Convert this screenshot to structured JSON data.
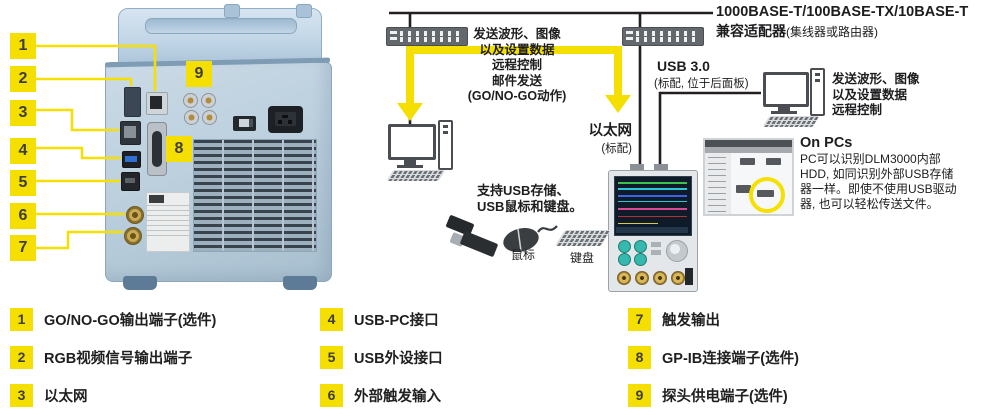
{
  "colors": {
    "accent_yellow": "#F5DF00",
    "line_dark": "#231F20",
    "device_body_blue": "#BCD0DE"
  },
  "icons": {
    "hub": "hub-icon",
    "computer": "computer-icon",
    "usb_stick": "usb-stick-icon",
    "mouse": "mouse-icon",
    "keyboard": "keyboard-icon",
    "explorer_screenshot": "file-explorer-screenshot",
    "highlight_circle": "highlight-circle-icon"
  },
  "callouts": {
    "left_numbers": [
      "1",
      "2",
      "3",
      "4",
      "5",
      "6",
      "7"
    ],
    "on_device": {
      "gpib": "8",
      "probe_power": "9"
    }
  },
  "diagram": {
    "adapter_title": "1000BASE-T/100BASE-TX/10BASE-T",
    "adapter_sub_bold": "兼容适配器",
    "adapter_sub_normal": "(集线器或路由器)",
    "ethernet_note_lines": [
      "发送波形、图像",
      "以及设置数据",
      "远程控制",
      "邮件发送",
      "(GO/NO-GO动作)"
    ],
    "usb30_title": "USB 3.0",
    "usb30_sub": "(标配, 位于后面板)",
    "ethernet_label": "以太网",
    "ethernet_sub": "(标配)",
    "pc_note_lines": [
      "发送波形、图像",
      "以及设置数据",
      "远程控制"
    ],
    "onpcs_title": "On PCs",
    "onpcs_lines": [
      "PC可以识别DLM3000内部",
      "HDD, 如同识别外部USB存储",
      "器一样。即使不使用USB驱动",
      "器, 也可以轻松传送文件。"
    ],
    "usb_support_lines": [
      "支持USB存储、",
      "USB鼠标和键盘。"
    ],
    "mouse_label": "鼠标",
    "keyboard_label": "键盘"
  },
  "legend": {
    "items": [
      {
        "num": "1",
        "label": "GO/NO-GO输出端子(选件)"
      },
      {
        "num": "2",
        "label": "RGB视频信号输出端子"
      },
      {
        "num": "3",
        "label": "以太网"
      },
      {
        "num": "4",
        "label": "USB-PC接口"
      },
      {
        "num": "5",
        "label": "USB外设接口"
      },
      {
        "num": "6",
        "label": "外部触发输入"
      },
      {
        "num": "7",
        "label": "触发输出"
      },
      {
        "num": "8",
        "label": "GP-IB连接端子(选件)"
      },
      {
        "num": "9",
        "label": "探头供电端子(选件)"
      }
    ]
  }
}
